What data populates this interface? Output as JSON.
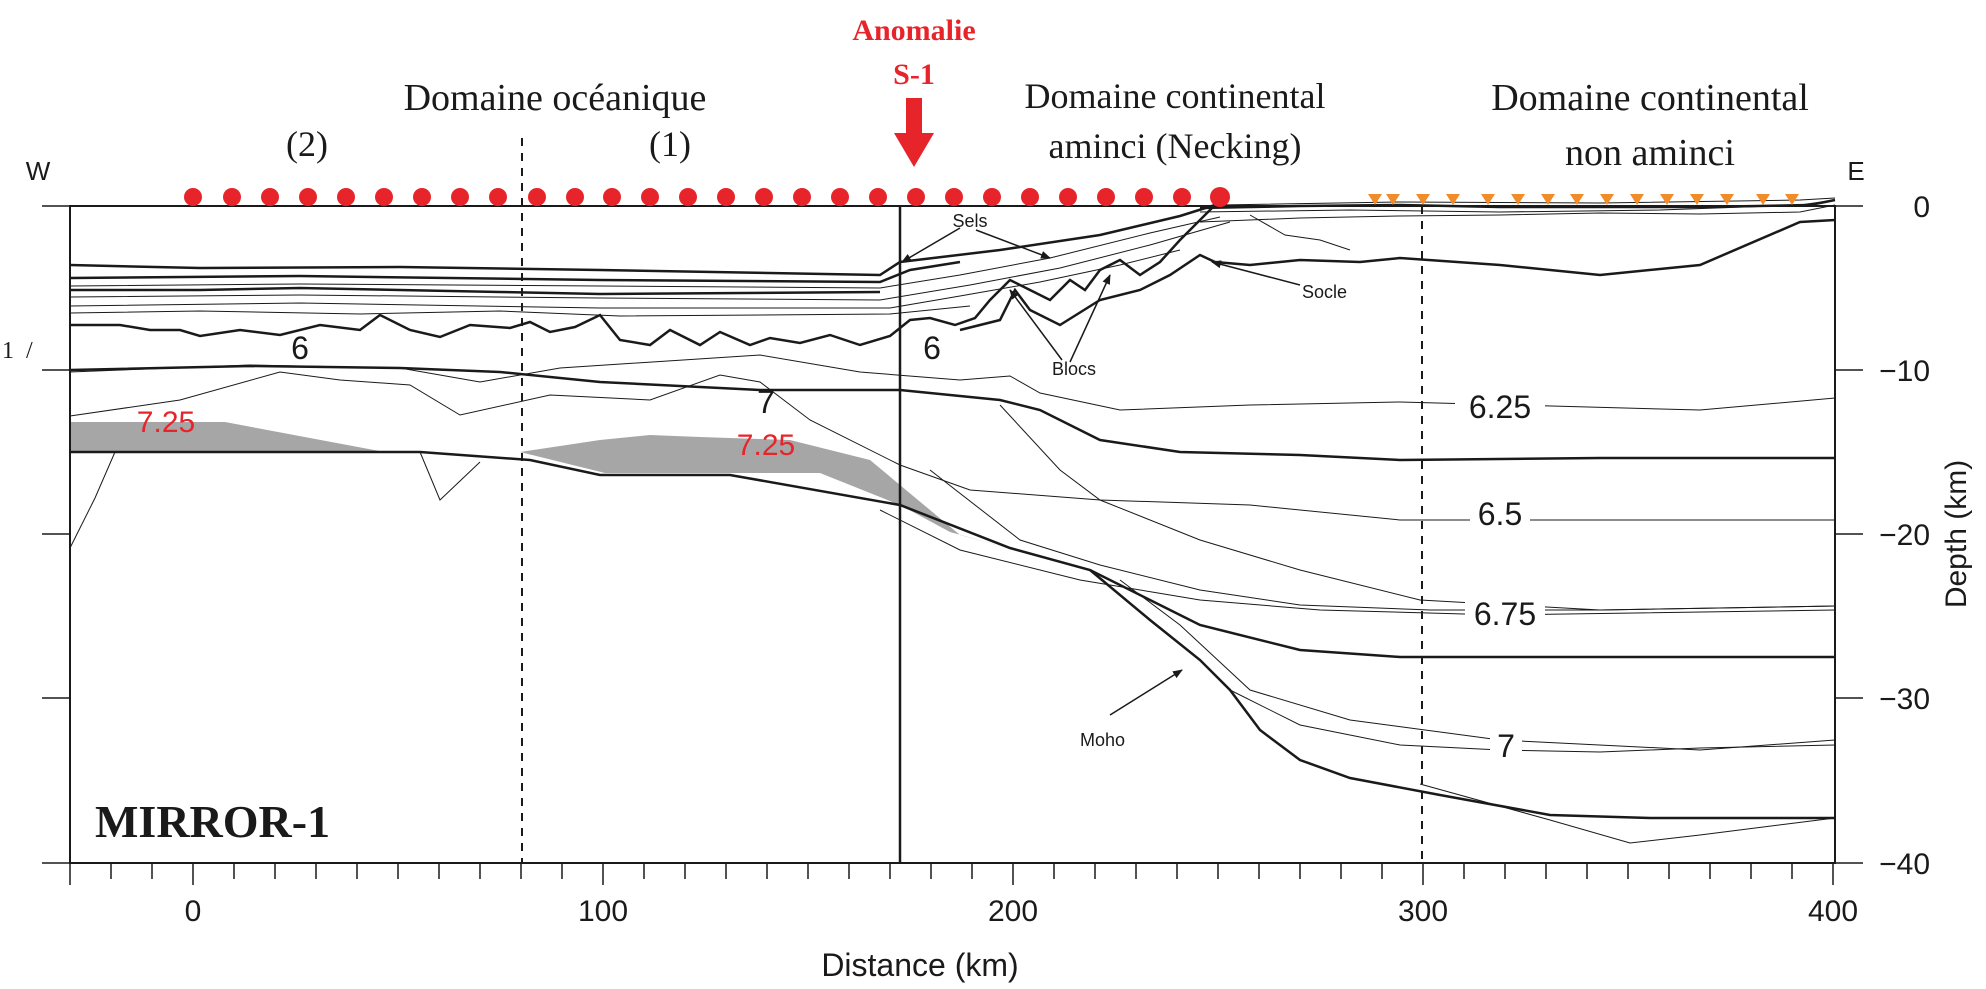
{
  "figure": {
    "panel_label": "MIRROR-1",
    "orientation_west": "W",
    "orientation_east": "E",
    "side_mark": "1  /"
  },
  "domains": {
    "oceanic_title": "Domaine océanique",
    "oceanic_sub2": "(2)",
    "oceanic_sub1": "(1)",
    "anomaly_line1": "Anomalie",
    "anomaly_line2": "S-1",
    "necking_line1": "Domaine continental",
    "necking_line2": "aminci (Necking)",
    "continental_line1": "Domaine continental",
    "continental_line2": "non aminci"
  },
  "annotations": {
    "salts": "Sels",
    "blocks": "Blocs",
    "basement": "Socle",
    "moho": "Moho"
  },
  "velocity_labels": {
    "v6_left": "6",
    "v6_mid": "6",
    "v7": "7",
    "v725_left": "7.25",
    "v725_mid": "7.25",
    "v625": "6.25",
    "v65": "6.5",
    "v675": "6.75",
    "v7_right": "7"
  },
  "axes": {
    "x_label": "Distance (km)",
    "y_label": "Depth (km)",
    "x_ticks": [
      "0",
      "100",
      "200",
      "300",
      "400"
    ],
    "y_ticks": [
      "0",
      "−10",
      "−20",
      "−30",
      "−40"
    ]
  },
  "colors": {
    "ink": "#1a1a1a",
    "accent_red": "#e8242b",
    "station_orange": "#f28c28",
    "layer_fill": "#a6a6a6"
  }
}
